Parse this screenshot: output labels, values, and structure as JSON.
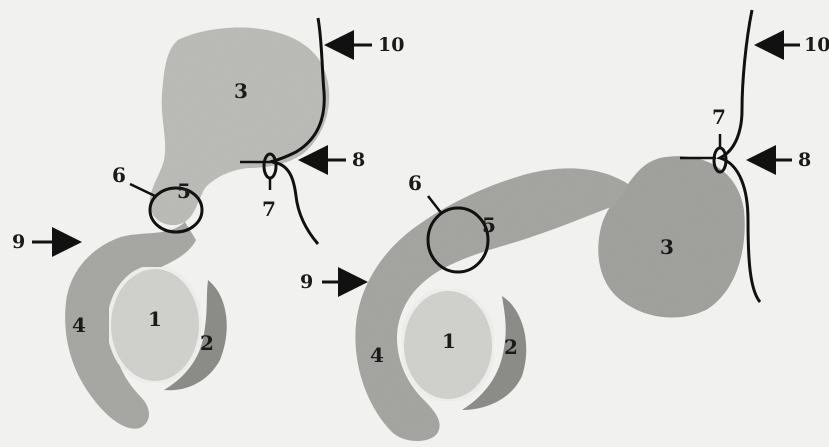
{
  "colors": {
    "background": "#f1f1ef",
    "dark_tissue": "#9a9a98",
    "light_tissue": "#c9c9c6",
    "structure_1": "#d6d6d2",
    "structure_2": "#8f8f8c",
    "ink": "#111111"
  },
  "figures": [
    {
      "id": "left",
      "labels": {
        "l1": "1",
        "l2": "2",
        "l3": "3",
        "l4": "4",
        "l5": "5",
        "l6": "6",
        "l7": "7",
        "l8": "8",
        "l9": "9",
        "l10": "10"
      }
    },
    {
      "id": "right",
      "labels": {
        "l1": "1",
        "l2": "2",
        "l3": "3",
        "l4": "4",
        "l5": "5",
        "l6": "6",
        "l7": "7",
        "l8": "8",
        "l9": "9",
        "l10": "10"
      }
    }
  ]
}
